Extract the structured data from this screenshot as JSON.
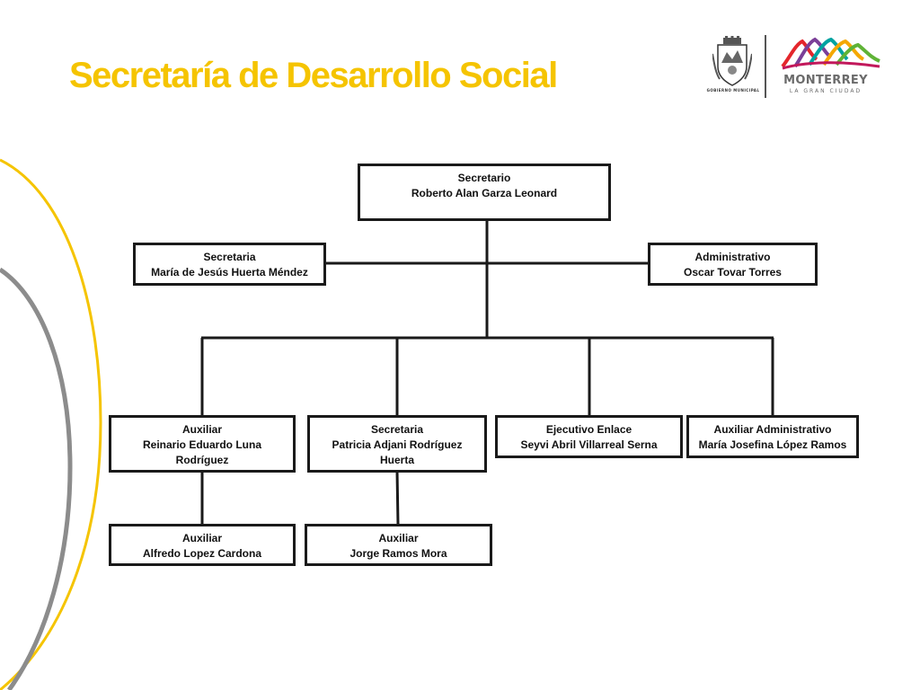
{
  "title": "Secretaría de Desarrollo Social",
  "logos": {
    "crest_caption": "GOBIERNO MUNICIPAL",
    "city_name": "MONTERREY",
    "city_tagline": "LA GRAN CIUDAD"
  },
  "colors": {
    "title": "#f5c400",
    "arc_yellow": "#f5c400",
    "arc_gray": "#8c8c8c",
    "box_border": "#1a1a1a",
    "logo_text": "#6b6b6b"
  },
  "org": {
    "secretario": {
      "role": "Secretario",
      "name": "Roberto Alan Garza Leonard"
    },
    "secretaria_top": {
      "role": "Secretaria",
      "name": "María de Jesús Huerta Méndez"
    },
    "administrativo": {
      "role": "Administrativo",
      "name": "Oscar Tovar Torres"
    },
    "auxiliar_reinario": {
      "role": "Auxiliar",
      "name_line1": "Reinario Eduardo Luna",
      "name_line2": "Rodríguez"
    },
    "secretaria_patricia": {
      "role": "Secretaria",
      "name_line1": "Patricia Adjani Rodríguez",
      "name_line2": "Huerta"
    },
    "ejecutivo_enlace": {
      "role": "Ejecutivo Enlace",
      "name": "Seyvi Abril Villarreal Serna"
    },
    "auxiliar_administrativo": {
      "role": "Auxiliar Administrativo",
      "name": "María Josefina López Ramos"
    },
    "auxiliar_alfredo": {
      "role": "Auxiliar",
      "name": "Alfredo Lopez Cardona"
    },
    "auxiliar_jorge": {
      "role": "Auxiliar",
      "name": "Jorge Ramos Mora"
    }
  }
}
